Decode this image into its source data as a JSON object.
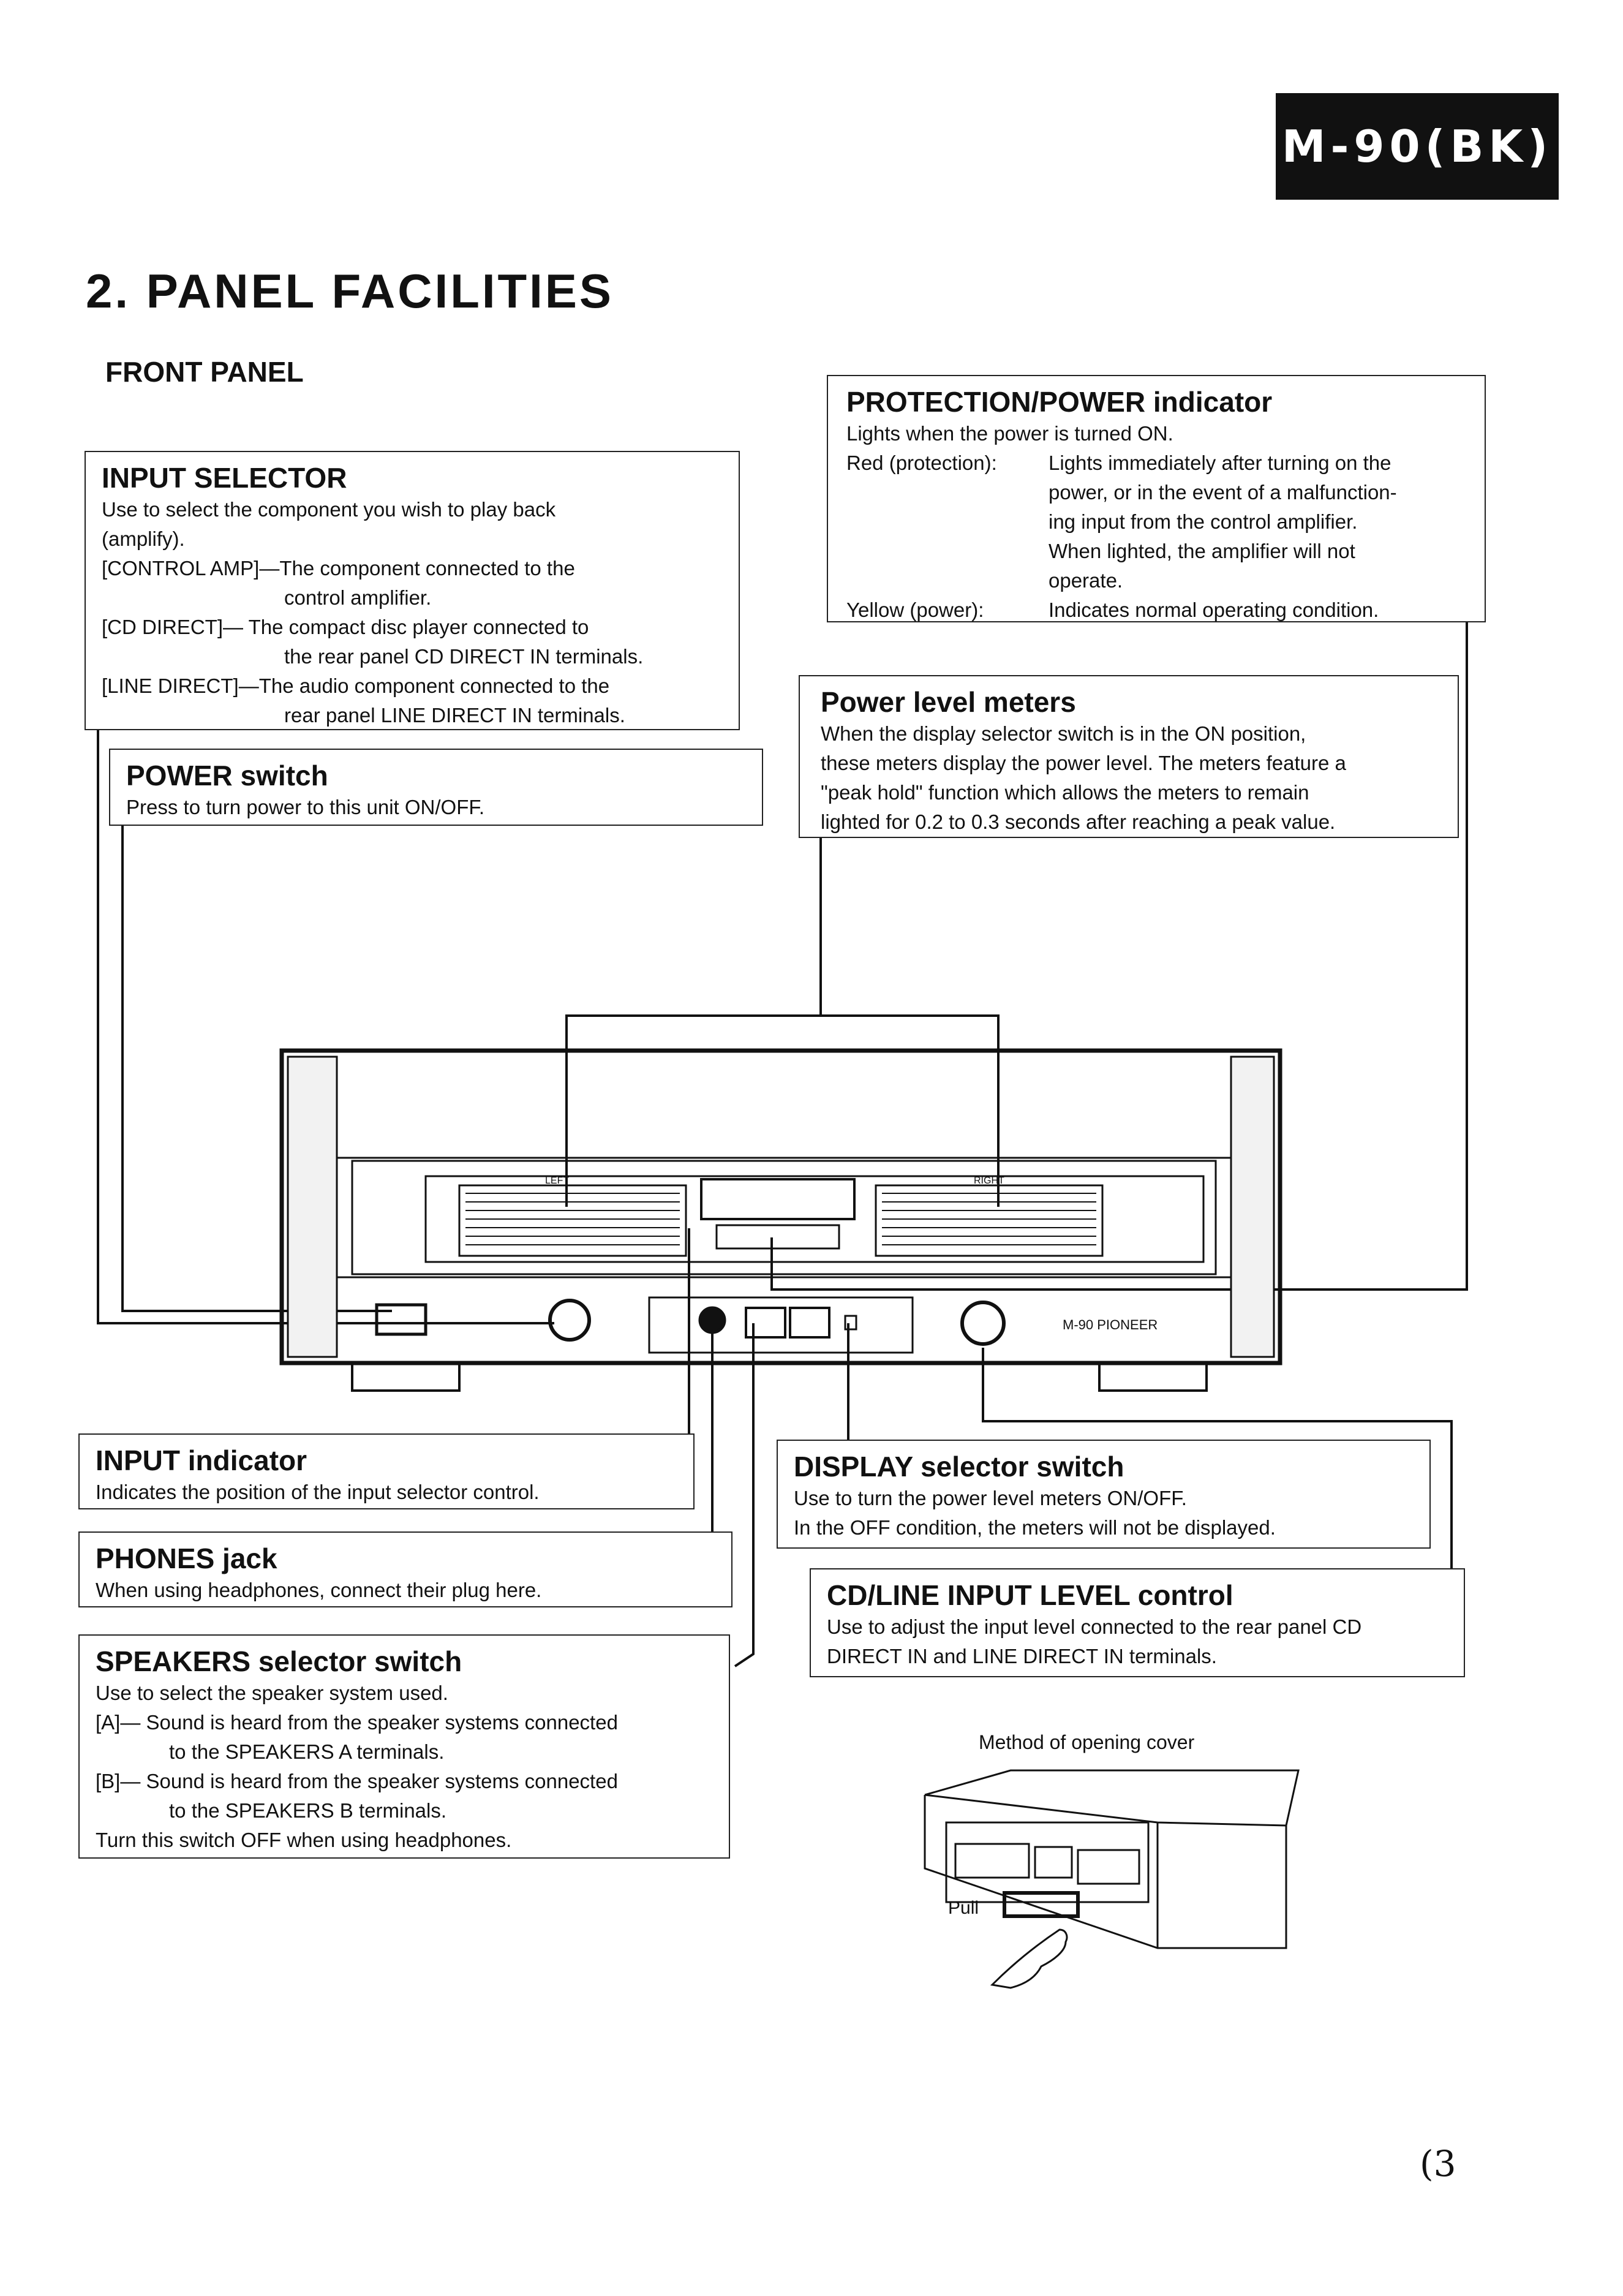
{
  "header": {
    "model": "M-90(BK)"
  },
  "section_title": "2. PANEL FACILITIES",
  "front_panel_label": "FRONT PANEL",
  "callouts": {
    "input_selector": {
      "title": "INPUT SELECTOR",
      "lines": [
        "Use to select the component you wish to play back",
        "(amplify).",
        "[CONTROL AMP]—The component connected to the",
        "control amplifier.",
        "[CD DIRECT]— The compact disc player connected to",
        "the rear panel CD DIRECT IN terminals.",
        "[LINE DIRECT]—The audio component connected to the",
        "rear panel LINE DIRECT IN terminals."
      ]
    },
    "power_switch": {
      "title": "POWER switch",
      "lines": [
        "Press to turn power to this unit ON/OFF."
      ]
    },
    "protection_power": {
      "title": "PROTECTION/POWER indicator",
      "line1": "Lights when the power is turned ON.",
      "red_key": "Red (protection):",
      "red_lines": [
        "Lights immediately after turning on the",
        "power, or in the event of a malfunction-",
        "ing input from the control amplifier.",
        "When lighted, the amplifier will not",
        "operate."
      ],
      "yellow_key": "Yellow (power):",
      "yellow_line": "Indicates normal operating condition."
    },
    "power_level_meters": {
      "title": "Power level meters",
      "lines": [
        "When the display selector switch is in the ON position,",
        "these meters display the power level. The meters feature a",
        "\"peak hold\" function which allows the meters to remain",
        "lighted for 0.2 to 0.3 seconds after reaching a peak value."
      ]
    },
    "input_indicator": {
      "title": "INPUT indicator",
      "lines": [
        "Indicates the position of the input selector control."
      ]
    },
    "phones_jack": {
      "title": "PHONES jack",
      "lines": [
        "When using headphones, connect their plug here."
      ]
    },
    "speakers_selector": {
      "title": "SPEAKERS selector switch",
      "lines": [
        "Use to select the speaker system used.",
        "[A]— Sound is heard from the speaker systems connected",
        "to the SPEAKERS A terminals.",
        "[B]— Sound is heard from the speaker systems connected",
        "to the SPEAKERS B terminals.",
        "Turn this switch OFF when using headphones."
      ]
    },
    "display_selector": {
      "title": "DISPLAY selector switch",
      "lines": [
        "Use to turn the power level meters ON/OFF.",
        "In the OFF condition, the meters will not be displayed."
      ]
    },
    "cd_line_level": {
      "title": "CD/LINE INPUT LEVEL control",
      "lines": [
        "Use to adjust the input level connected to the rear panel CD",
        "DIRECT IN and LINE DIRECT IN terminals."
      ]
    }
  },
  "amp_panel": {
    "brand_text": "M-90 PIONEER",
    "meter_left": "LEFT",
    "meter_right": "RIGHT"
  },
  "cover": {
    "caption": "Method of opening cover",
    "pull_label": "Pull"
  },
  "page_number": "(3"
}
